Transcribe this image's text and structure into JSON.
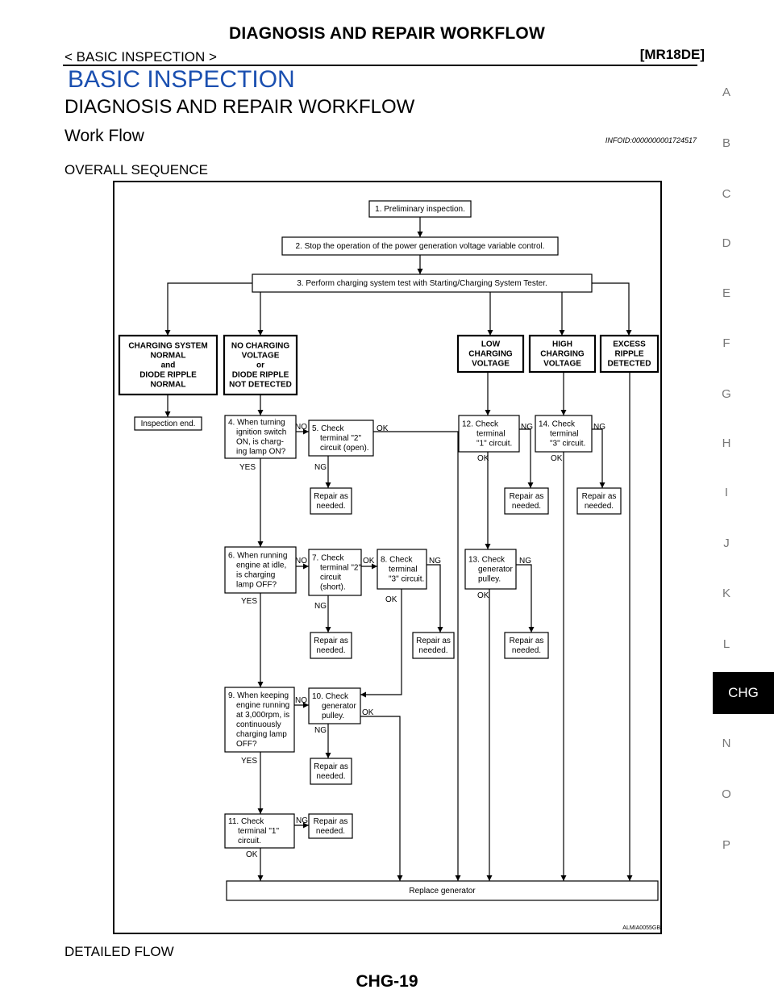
{
  "header": {
    "title": "DIAGNOSIS AND REPAIR WORKFLOW",
    "breadcrumb": "< BASIC INSPECTION >",
    "model": "[MR18DE]"
  },
  "section_title": "BASIC INSPECTION",
  "subsection_title": "DIAGNOSIS AND REPAIR WORKFLOW",
  "work_flow_title": "Work Flow",
  "info_id": "INFOID:0000000001724517",
  "overall_sequence": "OVERALL SEQUENCE",
  "detailed_flow": "DETAILED FLOW",
  "page_number": "CHG-19",
  "figure_id": "ALMIA0055GB",
  "side_index": [
    "A",
    "B",
    "C",
    "D",
    "E",
    "F",
    "G",
    "H",
    "I",
    "J",
    "K",
    "L",
    "CHG",
    "N",
    "O",
    "P"
  ],
  "active_tab": "CHG",
  "flowchart": {
    "step1": "1. Preliminary inspection.",
    "step2": "2. Stop the operation of the power generation voltage variable control.",
    "step3": "3. Perform charging system test with Starting/Charging System Tester.",
    "result_normal": [
      "CHARGING SYSTEM",
      "NORMAL",
      "and",
      "DIODE RIPPLE",
      "NORMAL"
    ],
    "result_no_charging": [
      "NO CHARGING",
      "VOLTAGE",
      "or",
      "DIODE RIPPLE",
      "NOT DETECTED"
    ],
    "result_low": [
      "LOW",
      "CHARGING",
      "VOLTAGE"
    ],
    "result_high": [
      "HIGH",
      "CHARGING",
      "VOLTAGE"
    ],
    "result_ripple": [
      "EXCESS",
      "RIPPLE",
      "DETECTED"
    ],
    "inspection_end": "Inspection end.",
    "step4": [
      "4. When turning",
      "ignition switch",
      "ON, is charg-",
      "ing lamp ON?"
    ],
    "step5": [
      "5. Check",
      "terminal \"2\"",
      "circuit (open)."
    ],
    "step6": [
      "6. When running",
      "engine at idle,",
      "is charging",
      "lamp OFF?"
    ],
    "step7": [
      "7. Check",
      "terminal \"2\"",
      "circuit",
      "(short)."
    ],
    "step8": [
      "8. Check",
      "terminal",
      "\"3\" circuit."
    ],
    "step9": [
      "9. When keeping",
      "engine running",
      "at 3,000rpm, is",
      "continuously",
      "charging lamp",
      "OFF?"
    ],
    "step10": [
      "10. Check",
      "generator",
      "pulley."
    ],
    "step11": [
      "11. Check",
      "terminal \"1\"",
      "circuit."
    ],
    "step12": [
      "12. Check",
      "terminal",
      "\"1\" circuit."
    ],
    "step13": [
      "13. Check",
      "generator",
      "pulley."
    ],
    "step14": [
      "14. Check",
      "terminal",
      "\"3\" circuit."
    ],
    "repair": [
      "Repair as",
      "needed."
    ],
    "replace": "Replace generator",
    "labels": {
      "yes": "YES",
      "no": "NO",
      "ok": "OK",
      "ng": "NG"
    }
  }
}
